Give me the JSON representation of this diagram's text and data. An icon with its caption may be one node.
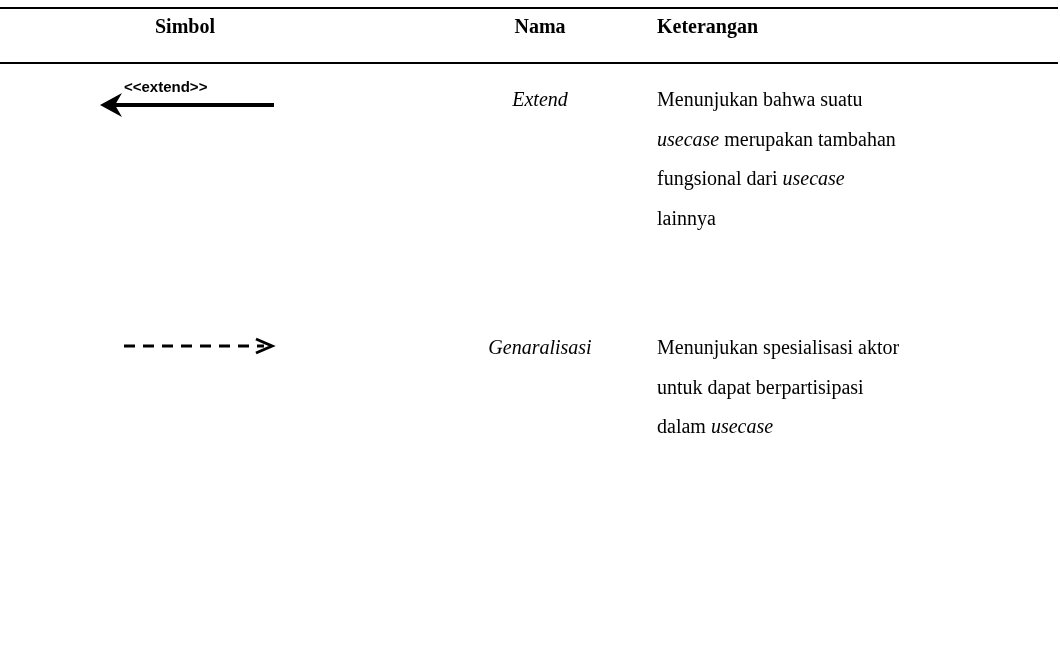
{
  "diagram": {
    "labels": [
      "Simbol",
      "Nama",
      "Keterangan",
      "<<extend>>",
      "Extend",
      "Menunjukan bahwa suatu *usecase* merupakan tambahan fungsional dari *usecase* lainnya",
      "Genaralisasi",
      "Menunjukan spesialisasi aktor untuk dapat berpartisipasi dalam *usecase*"
    ]
  }
}
